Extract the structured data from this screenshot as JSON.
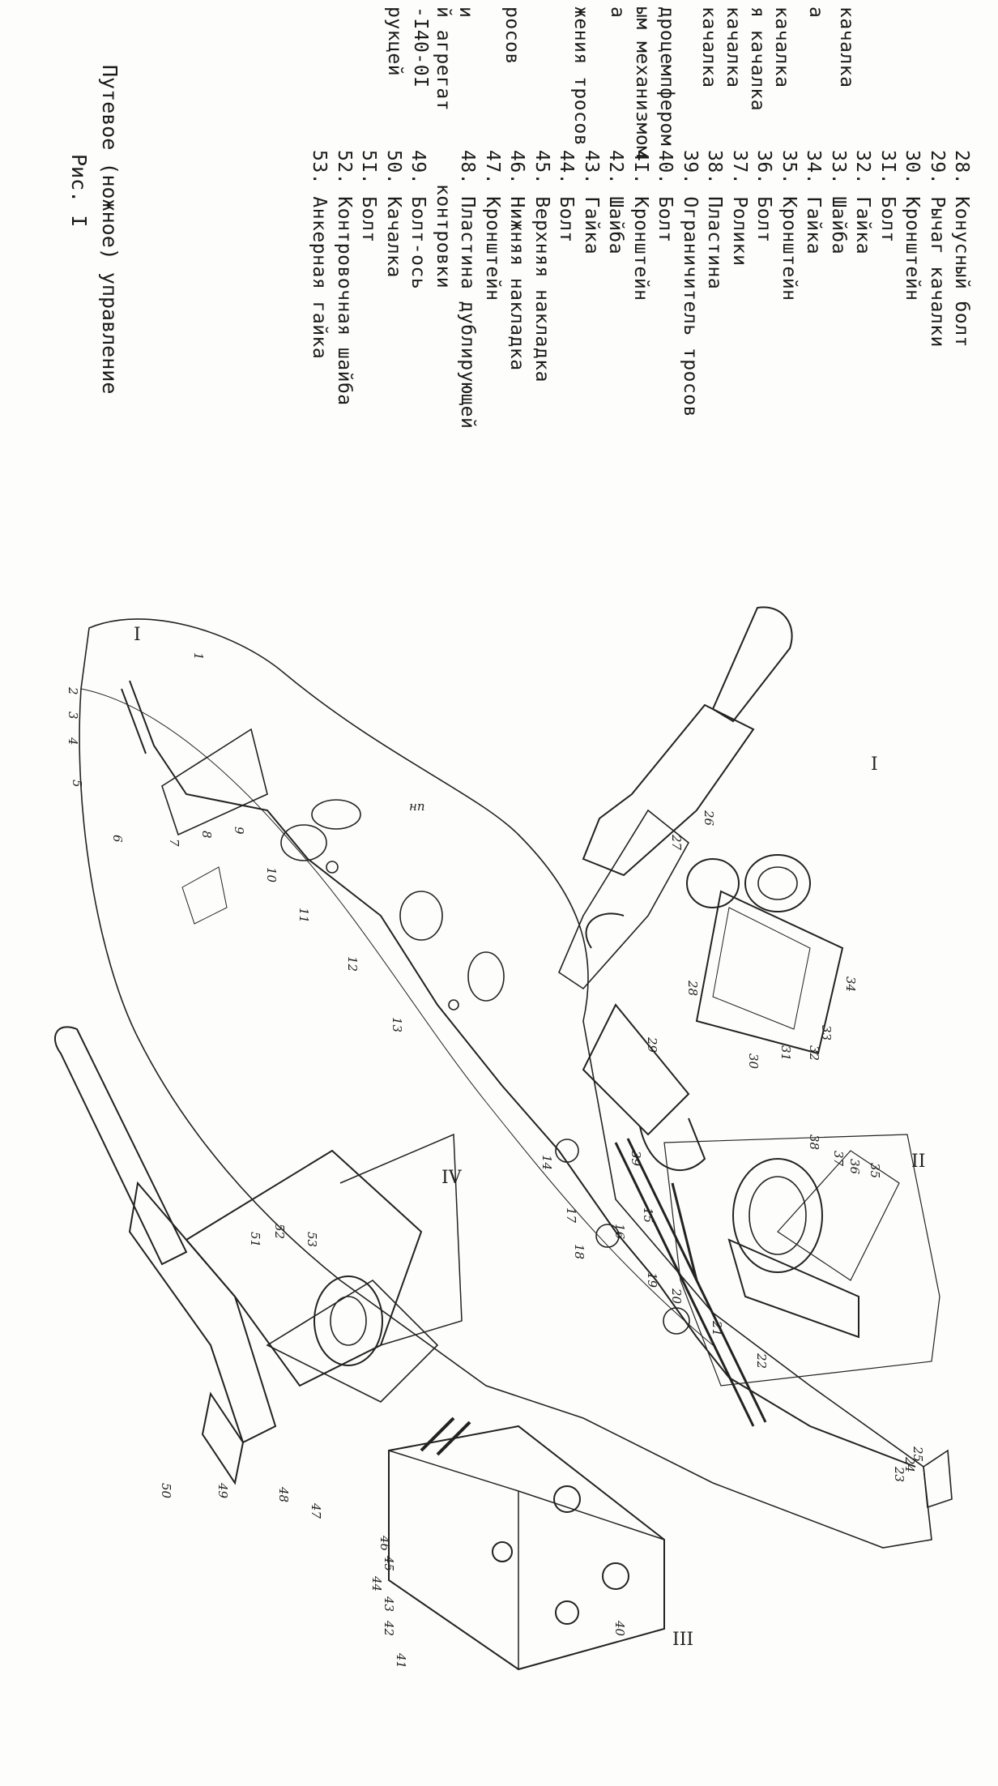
{
  "left_partial_lines": [
    "качалка",
    "а",
    "качалка",
    "я качалка",
    "качалка",
    "качалка",
    "дроцемпфером",
    "ым механизмом",
    "а",
    "жения тросов",
    "росов",
    "и",
    "й агрегат",
    "-I40-0I",
    "рукцей"
  ],
  "parts": [
    "28. Конусный болт",
    "29. Рычаг качалки",
    "30. Кронштейн",
    "3I. Болт",
    "32. Гайка",
    "33. Шайба",
    "34. Гайка",
    "35. Кронштейн",
    "36. Болт",
    "37. Ролики",
    "38. Пластина",
    "39. Ограничитель тросов",
    "40. Болт",
    "4I. Кронштейн",
    "42. Шайба",
    "43. Гайка",
    "44. Болт",
    "45. Верхняя накладка",
    "46. Нижняя накладка",
    "47. Кронштейн",
    "48. Пластина дублирующей",
    "контровки",
    "49. Болт-ось",
    "50. Качалка",
    "5I. Болт",
    "52. Контровочная шайба",
    "53. Анкерная гайка"
  ],
  "caption": {
    "title": "Путевое (ножное) управление",
    "figure": "Рис. I"
  },
  "figure": {
    "views": [
      "I",
      "II",
      "III",
      "IV"
    ],
    "callouts": [
      "1",
      "2",
      "3",
      "4",
      "5",
      "6",
      "7",
      "8",
      "9",
      "10",
      "11",
      "12",
      "13",
      "14",
      "15",
      "16",
      "17",
      "18",
      "19",
      "20",
      "21",
      "22",
      "23",
      "24",
      "25",
      "26",
      "27",
      "28",
      "29",
      "30",
      "31",
      "32",
      "33",
      "34",
      "35",
      "36",
      "37",
      "38",
      "39",
      "40",
      "41",
      "42",
      "43",
      "44",
      "45",
      "46",
      "47",
      "48",
      "49",
      "50",
      "51",
      "52",
      "53"
    ],
    "misc_label": "нп"
  }
}
